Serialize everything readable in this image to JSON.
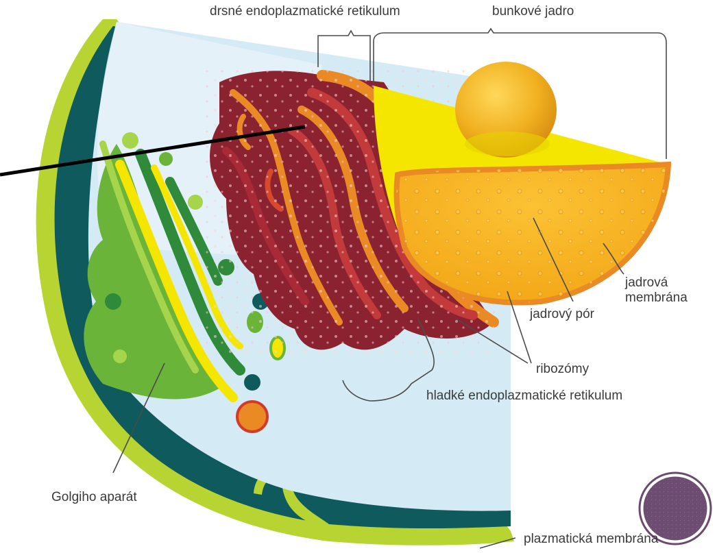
{
  "labels": {
    "rough_er": "drsné endoplazmatické retikulum",
    "nucleus": "bunkové jadro",
    "nuclear_membrane_line1": "jadrová",
    "nuclear_membrane_line2": "membrána",
    "nuclear_pore": "jadrový pór",
    "ribosomes": "ribozómy",
    "smooth_er": "hladké endoplazmatické retikulum",
    "golgi": "Golgiho aparát",
    "plasma_membrane": "plazmatická membrána"
  },
  "colors": {
    "nucleus_yellow": "#f5e600",
    "nucleoplasm_orange": "#f7b21c",
    "er_dark_red": "#8b2230",
    "er_orange": "#e98a24",
    "golgi_green": "#6bb43a",
    "cytoplasm_blue": "#d4ebf5",
    "cell_wall_dark": "#0e5a5c",
    "membrane_lime": "#b7d433",
    "decor_purple": "#6a4a6e"
  }
}
